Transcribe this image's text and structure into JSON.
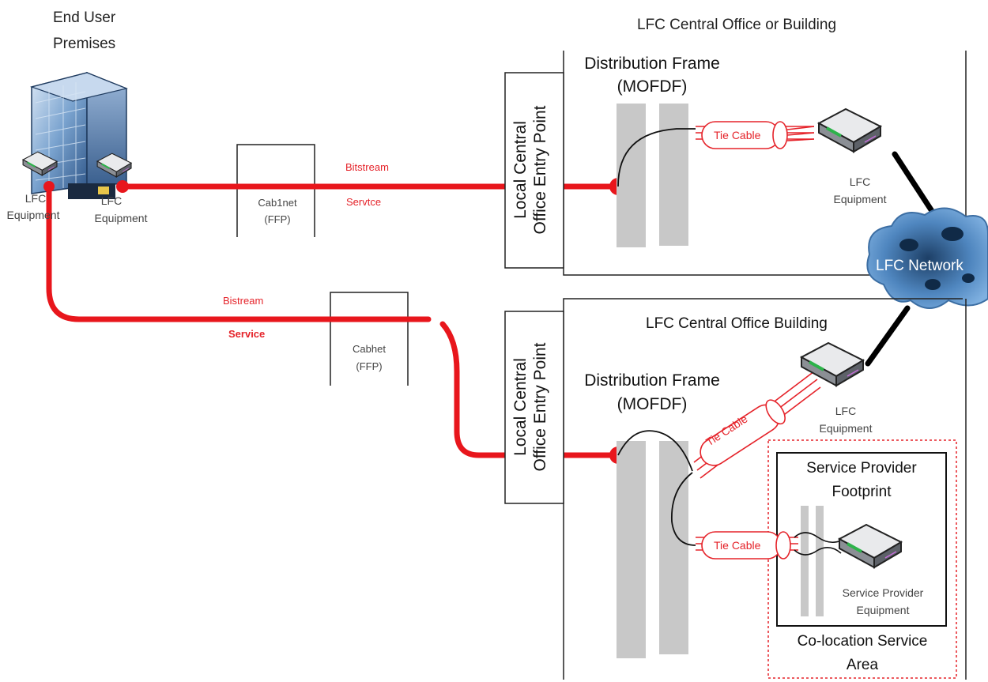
{
  "labels": {
    "end_user_premises_1": "End User",
    "end_user_premises_2": "Premises",
    "lfc_central_office": "LFC Central Office or Building",
    "lfc_equipment_left_1": "LFC",
    "lfc_equipment_left_2": "Equipment",
    "lfc_equipment_right_1": "LFC",
    "lfc_equipment_right_2": "Equipment",
    "cabinet_top_1": "Cab1net",
    "cabinet_top_2": "(FFP)",
    "bitstream_top": "Bitstream",
    "service_top": "Servtce",
    "bitstream_bottom": "Bistream",
    "service_bottom": "Service",
    "cabinet_bottom_1": "Cabhet",
    "cabinet_bottom_2": "(FFP)",
    "entry_point_top_1": "Local Central",
    "entry_point_top_2": "Office Entry Point",
    "entry_point_bottom_1": "Local Central",
    "entry_point_bottom_2": "Office Entry Point",
    "dist_frame_top_1": "Distribution Frame",
    "dist_frame_top_2": "(MOFDF)",
    "tie_cable_top": "Tie Cable",
    "lfc_equipment_top_1": "LFC",
    "lfc_equipment_top_2": "Equipment",
    "lfc_network": "LFC Network",
    "lfc_central_office_building": "LFC Central Office Building",
    "dist_frame_bottom_1": "Distribution Frame",
    "dist_frame_bottom_2": "(MOFDF)",
    "lfc_equipment_mid_1": "LFC",
    "lfc_equipment_mid_2": "Equipment",
    "tie_cable_diag": "Tie Cable",
    "tie_cable_low": "Tie Cable",
    "sp_footprint_1": "Service Provider",
    "sp_footprint_2": "Footprint",
    "sp_equipment_1": "Service Provider",
    "sp_equipment_2": "Equipment",
    "colocation_1": "Co-location Service",
    "colocation_2": "Area"
  },
  "colors": {
    "service_line": "#e8161c",
    "tie_cable": "#e5232a",
    "frame_bar": "#c8c8c8",
    "cloud": "#4f86bf",
    "outline": "#222222"
  }
}
